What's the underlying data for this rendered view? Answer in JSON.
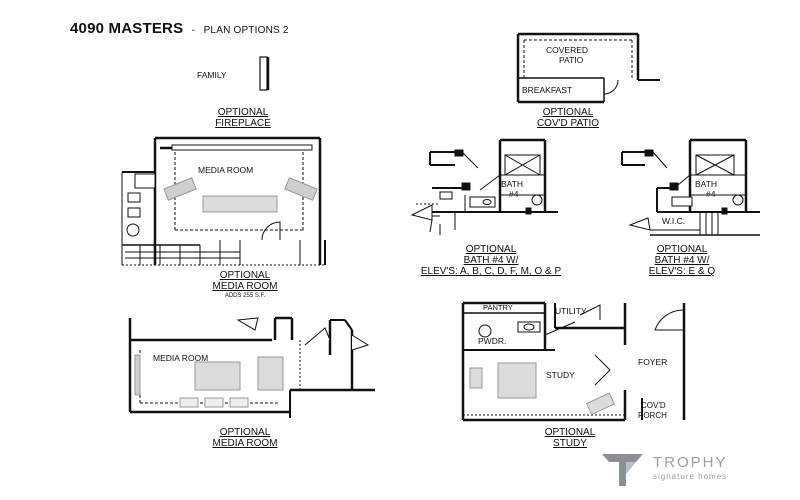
{
  "header": {
    "title": "4090 MASTERS",
    "separator": "-",
    "subtitle": "PLAN OPTIONS 2"
  },
  "rooms": {
    "family": "FAMILY",
    "covered_patio_1": "COVERED",
    "covered_patio_2": "PATIO",
    "breakfast": "BREAKFAST",
    "media_room_top": "MEDIA ROOM",
    "bath_a_1": "BATH",
    "bath_a_2": "#4",
    "bath_b_1": "BATH",
    "bath_b_2": "#4",
    "wic": "W.I.C.",
    "media_room_bottom": "MEDIA ROOM",
    "pantry": "PANTRY",
    "utility": "UTILITY",
    "powder": "PWDR.",
    "study": "STUDY",
    "foyer": "FOYER",
    "porch_1": "COV'D",
    "porch_2": "PORCH"
  },
  "captions": {
    "fireplace": [
      "OPTIONAL",
      "FIREPLACE"
    ],
    "patio": [
      "OPTIONAL",
      "COV'D PATIO"
    ],
    "media_top": [
      "OPTIONAL",
      "MEDIA ROOM",
      "ADDS 255 S.F."
    ],
    "bath_a": [
      "OPTIONAL",
      "BATH #4 W/",
      "ELEV'S: A, B, C, D, F, M, O & P"
    ],
    "bath_b": [
      "OPTIONAL",
      "BATH #4 W/",
      "ELEV'S: E & Q"
    ],
    "media_bottom": [
      "OPTIONAL",
      "MEDIA ROOM"
    ],
    "study": [
      "OPTIONAL",
      "STUDY"
    ]
  },
  "logo": {
    "word": "TROPHY",
    "tagline": "signature homes"
  },
  "colors": {
    "ink": "#111111",
    "logo_gray": "#9aa0a6",
    "fixture_gray": "#cfcfcf"
  }
}
